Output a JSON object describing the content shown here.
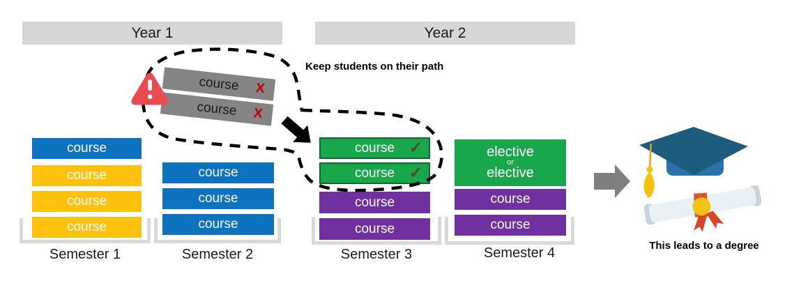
{
  "years": [
    {
      "label": "Year 1"
    },
    {
      "label": "Year 2"
    }
  ],
  "annotation": {
    "text": "Keep students on their path"
  },
  "off_path": {
    "description": "courses off the path, crossed out",
    "warning_icon": "warning-triangle-icon",
    "courses": [
      {
        "label": "course",
        "mark": "X"
      },
      {
        "label": "course",
        "mark": "X"
      }
    ]
  },
  "semesters": [
    {
      "label": "Semester 1",
      "courses": [
        {
          "label": "course",
          "color": "blue"
        },
        {
          "label": "course",
          "color": "yellow"
        },
        {
          "label": "course",
          "color": "yellow"
        },
        {
          "label": "course",
          "color": "yellow"
        }
      ]
    },
    {
      "label": "Semester 2",
      "courses": [
        {
          "label": "course",
          "color": "blue"
        },
        {
          "label": "course",
          "color": "blue"
        },
        {
          "label": "course",
          "color": "blue"
        }
      ]
    },
    {
      "label": "Semester 3",
      "courses": [
        {
          "label": "course",
          "color": "green",
          "check": "✓"
        },
        {
          "label": "course",
          "color": "green",
          "check": "✓"
        },
        {
          "label": "course",
          "color": "purple"
        },
        {
          "label": "course",
          "color": "purple"
        }
      ]
    },
    {
      "label": "Semester 4",
      "elective": {
        "line1": "elective",
        "or": "or",
        "line2": "elective",
        "color": "green"
      },
      "courses": [
        {
          "label": "course",
          "color": "purple"
        },
        {
          "label": "course",
          "color": "purple"
        }
      ]
    }
  ],
  "degree": {
    "caption": "This leads to a degree"
  },
  "icons": {
    "warning": "warning-triangle-icon",
    "path_outline": "dashed-path-outline",
    "transfer_arrow": "black-arrow-down-right-icon",
    "leads_arrow": "gray-right-arrow-icon",
    "cap": "graduation-cap-icon",
    "diploma": "diploma-scroll-icon"
  },
  "colors": {
    "blue": "#0d72c0",
    "yellow": "#fec10d",
    "green": "#1aa64b",
    "green_border": "#0b6b2d",
    "purple": "#7030a0",
    "gray_course": "#848484",
    "header_gray": "#d6d6d6",
    "bracket_gray": "#d9d9d9",
    "x_mark": "#c00000",
    "check_mark": "#51492a",
    "warning_red": "#e74c52",
    "arrow_black": "#000000",
    "arrow_gray": "#7f7f7f",
    "cap_board": "#1e5c7e",
    "cap_crown": "#2b74a8",
    "tassel_gold": "#f2c20d",
    "scroll_body": "#e9f0f6",
    "ribbon_red": "#e2512e"
  }
}
